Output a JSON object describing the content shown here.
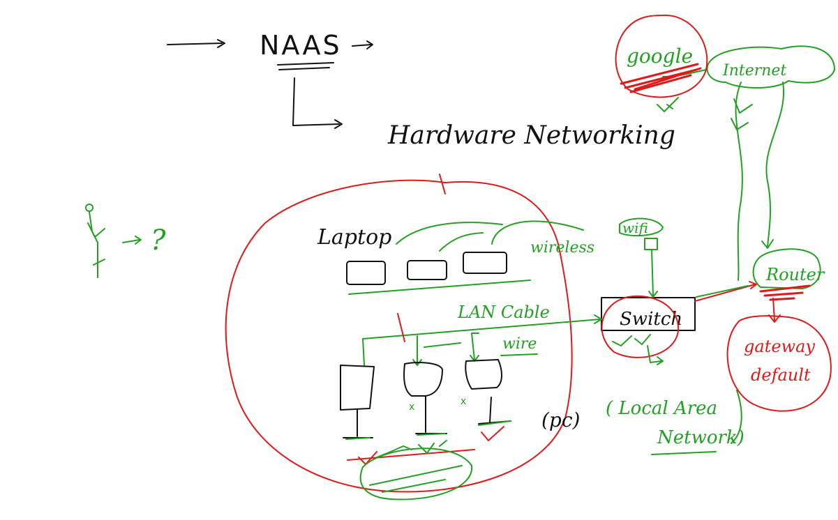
{
  "colors": {
    "background": "#ffffff",
    "black_ink": "#111111",
    "green_ink": "#22a022",
    "red_ink": "#e01818"
  },
  "labels": {
    "naas": "NAAS",
    "hardware_networking": "Hardware Networking",
    "laptop": "Laptop",
    "wireless": "wireless",
    "lan_cable": "LAN Cable",
    "wire": "wire",
    "switch": "Switch",
    "wifi": "wifi",
    "router": "Router",
    "internet": "Internet",
    "google": "google",
    "gateway": "gateway",
    "default": "default",
    "pc": "(pc)",
    "local_area": "( Local Area",
    "network": "Network)",
    "question": "?",
    "x_mark": "x"
  }
}
